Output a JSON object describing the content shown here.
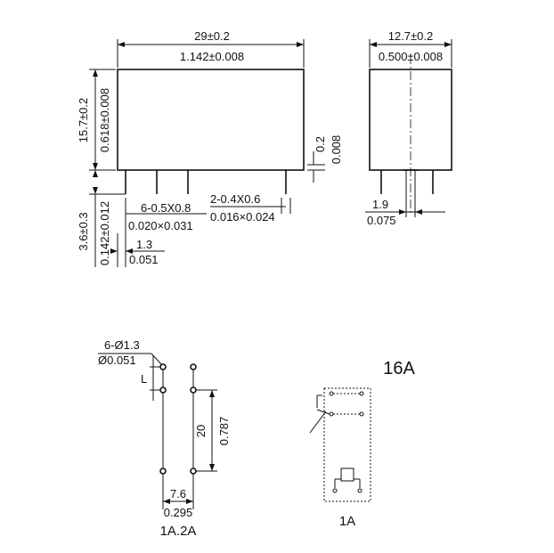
{
  "front_view": {
    "width_mm": "29±0.2",
    "width_in": "1.142±0.008",
    "height_mm": "15.7±0.2",
    "height_in": "0.618±0.008",
    "standoff_mm": "0.2",
    "standoff_in": "0.008",
    "pin_length_mm": "3.6±0.3",
    "pin_length_in": "0.142±0.012",
    "pin_a_mm": "6-0.5X0.8",
    "pin_a_in": "0.020×0.031",
    "pin_b_mm": "2-0.4X0.6",
    "pin_b_in": "0.016×0.024",
    "pin_offset_mm": "1.3",
    "pin_offset_in": "0.051"
  },
  "side_view": {
    "width_mm": "12.7±0.2",
    "width_in": "0.500±0.008",
    "pin_offset_mm": "1.9",
    "pin_offset_in": "0.075"
  },
  "pcb_layout": {
    "holes_mm": "6-Ø1.3",
    "holes_in": "Ø0.051",
    "pitch_v_mm": "20",
    "pitch_v_in": "0.787",
    "pitch_h_mm": "7.6",
    "pitch_h_in": "0.295",
    "small_label": "L",
    "caption": "1A.2A"
  },
  "schematic": {
    "rating": "16A",
    "caption": "1A"
  }
}
